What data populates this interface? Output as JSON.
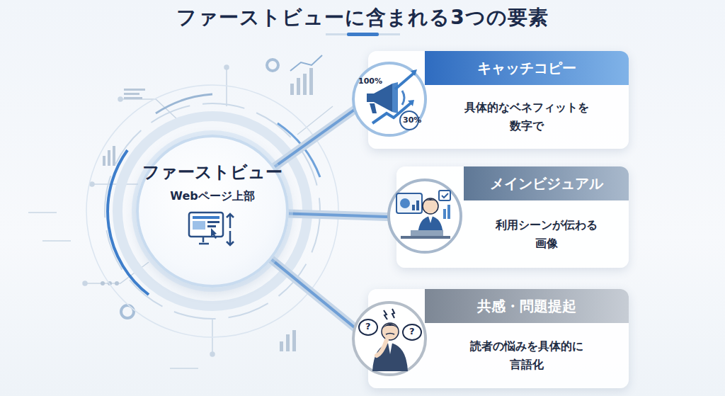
{
  "diagram": {
    "title": "ファーストビューに含まれる3つの要素",
    "nodes": [
      {
        "text": [
          "ファーストビュー",
          "Webページ上部"
        ]
      },
      {
        "text": [
          "キャッチコピー",
          "具体的なベネフィットを 数字で"
        ]
      },
      {
        "text": [
          "メインビジュアル",
          "利用シーンが伝わる 画像"
        ]
      },
      {
        "text": [
          "共感・問題提起",
          "読者の悩みを具体的に 言語化"
        ]
      }
    ],
    "edges": [
      {
        "from": 0,
        "to": 1,
        "arrow": "none"
      },
      {
        "from": 0,
        "to": 2,
        "arrow": "none"
      },
      {
        "from": 0,
        "to": 3,
        "arrow": "none"
      }
    ],
    "labels": [
      "100%",
      "30%",
      "?",
      "?"
    ]
  }
}
